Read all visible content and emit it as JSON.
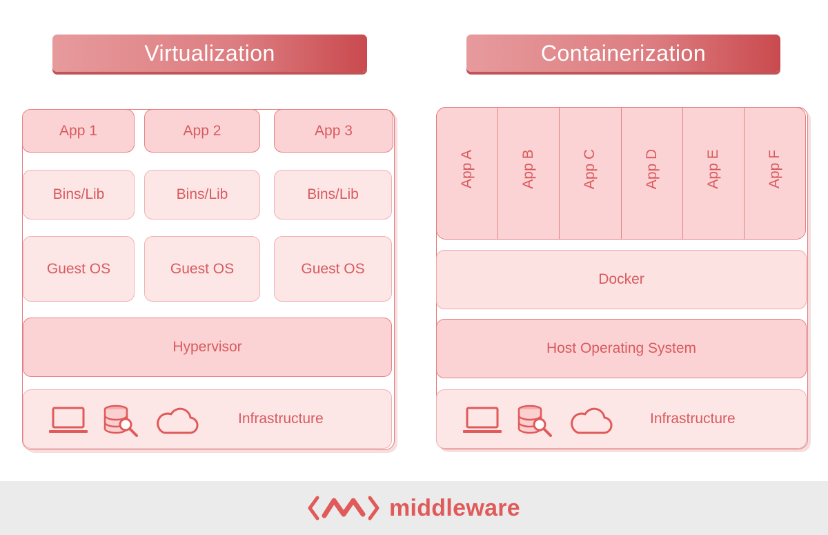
{
  "virtualization": {
    "title": "Virtualization",
    "apps": [
      "App 1",
      "App 2",
      "App 3"
    ],
    "bins": [
      "Bins/Lib",
      "Bins/Lib",
      "Bins/Lib"
    ],
    "guest": [
      "Guest OS",
      "Guest OS",
      "Guest OS"
    ],
    "hypervisor": "Hypervisor",
    "infrastructure": "Infrastructure"
  },
  "containerization": {
    "title": "Containerization",
    "apps": [
      "App A",
      "App B",
      "App C",
      "App D",
      "App E",
      "App F"
    ],
    "docker": "Docker",
    "host_os": "Host Operating System",
    "infrastructure": "Infrastructure"
  },
  "infra_icons": [
    "laptop-icon",
    "database-search-icon",
    "cloud-icon"
  ],
  "brand": {
    "name": "middleware",
    "logo_icon": "middleware-logo-icon"
  },
  "colors": {
    "accent": "#e05a5a",
    "dark_fill": "#fcd3d4",
    "light_fill": "#fde6e6",
    "border": "#e27c7e"
  }
}
